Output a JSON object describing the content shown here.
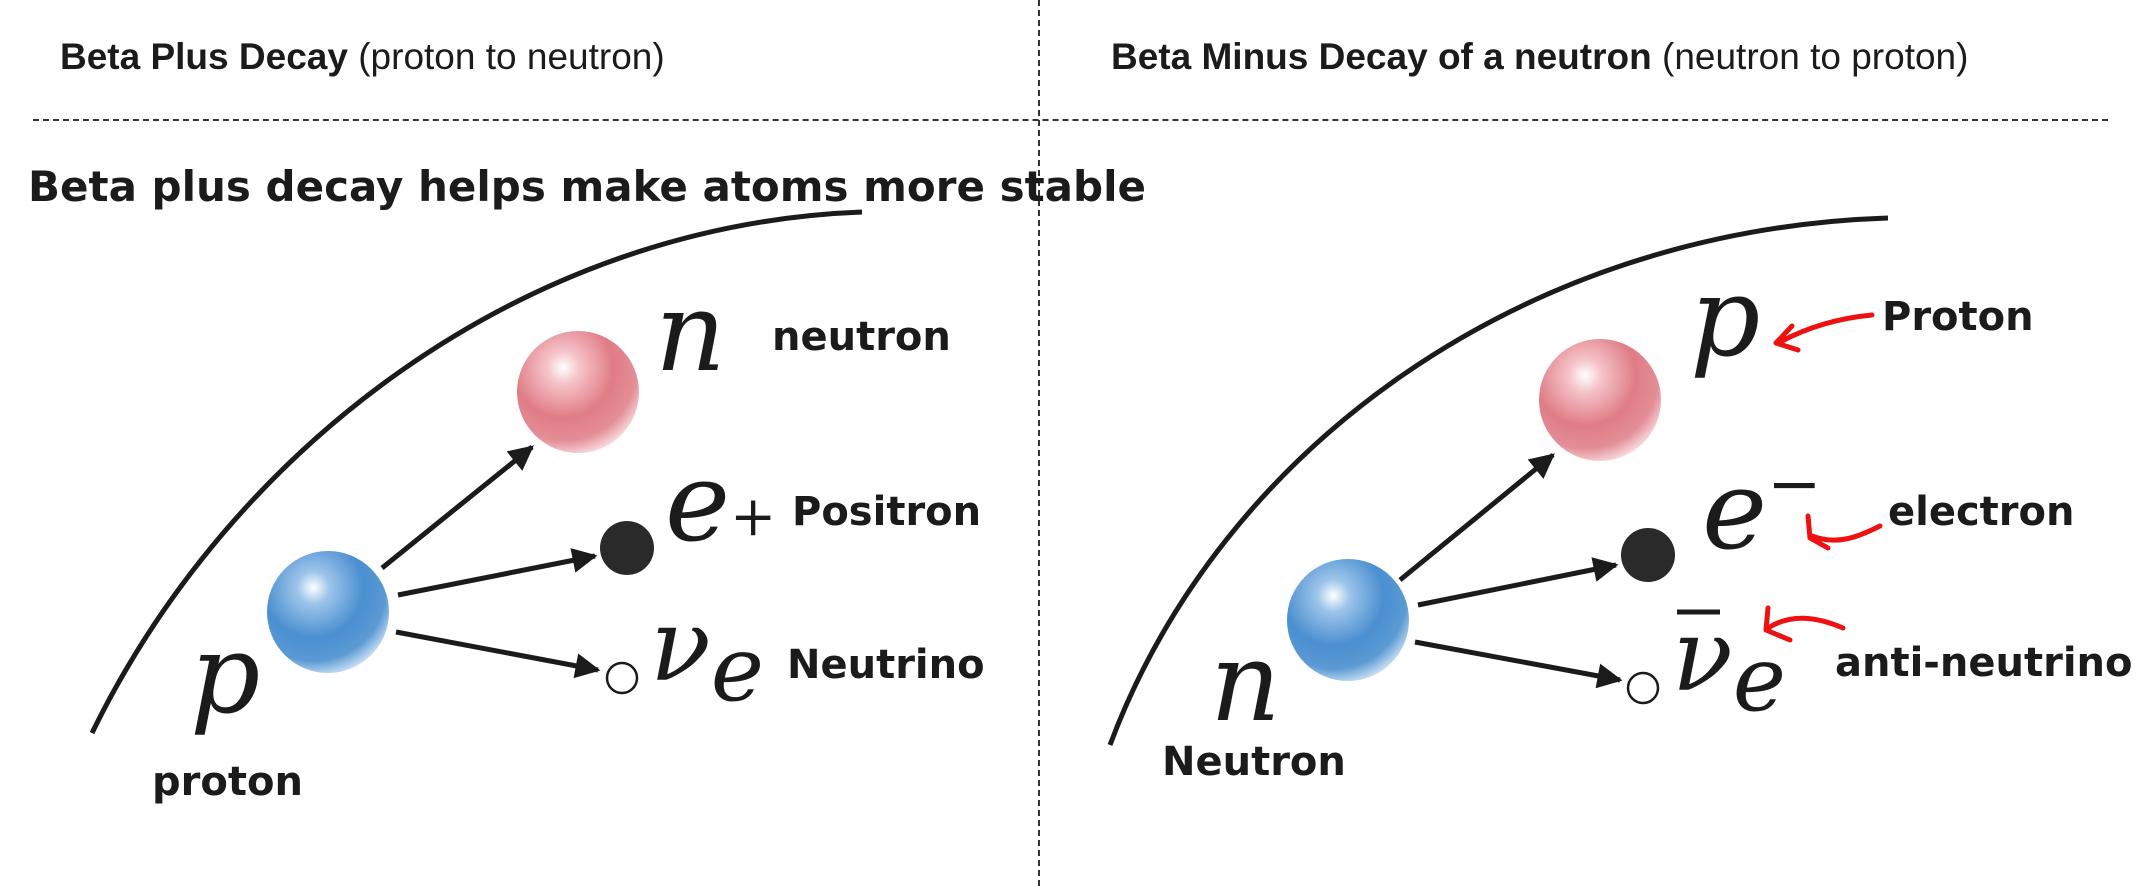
{
  "left_panel": {
    "header_bold": "Beta Plus Decay",
    "header_rest": "(proton to neutron)",
    "banner": "Beta plus decay helps make atoms more stable",
    "source_symbol": "p",
    "source_label": "proton",
    "products": [
      {
        "symbol": "n",
        "label": "neutron"
      },
      {
        "symbol": "e",
        "charge": "+",
        "label": "Positron"
      },
      {
        "symbol": "ν",
        "subscript": "e",
        "label": "Neutrino"
      }
    ]
  },
  "right_panel": {
    "header_bold": "Beta Minus Decay of a neutron",
    "header_rest": "(neutron to proton)",
    "source_symbol": "n",
    "source_label": "Neutron",
    "products": [
      {
        "symbol": "p",
        "label": "Proton"
      },
      {
        "symbol": "e",
        "charge": "−",
        "label": "electron"
      },
      {
        "symbol": "ν",
        "subscript": "e",
        "label": "anti-neutrino"
      }
    ]
  },
  "colors": {
    "proton_blue": "#4a8fd0",
    "neutron_red": "#e07c86",
    "annotation_red": "#ee1111",
    "ink": "#1b1b1b"
  }
}
